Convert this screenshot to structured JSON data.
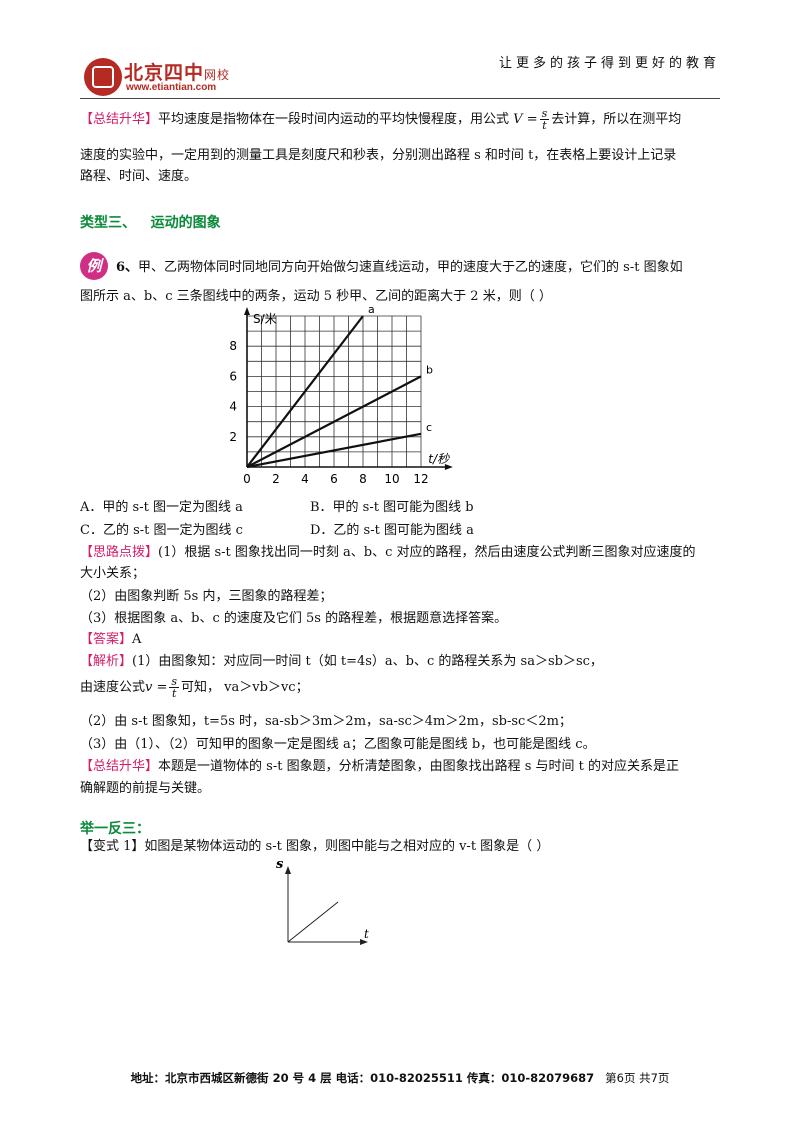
{
  "header": {
    "logo_brand": "北京四中",
    "logo_sub": "网校",
    "logo_url": "www.etiantian.com",
    "slogan": "让更多的孩子得到更好的教育"
  },
  "summary1": {
    "tag": "【总结升华】",
    "text_a": "平均速度是指物体在一段时间内运动的平均快慢程度，用公式",
    "formula_lhs": "V =",
    "formula_num": "s",
    "formula_den": "t",
    "text_b": "去计算，所以在测平均",
    "line2": "速度的实验中，一定用到的测量工具是刻度尺和秒表，分别测出路程 s 和时间 t，在表格上要设计上记录",
    "line3": "路程、时间、速度。"
  },
  "section_title": "类型三、   运动的图象",
  "example": {
    "badge": "例",
    "number": "6、",
    "line1": "甲、乙两物体同时同地同方向开始做匀速直线运动，甲的速度大于乙的速度，它们的 s-t 图象如",
    "line2": "图所示 a、b、c 三条图线中的两条，运动 5 秒甲、乙间的距离大于 2 米，则（     ）"
  },
  "chart_data": {
    "type": "line",
    "ylabel": "S/米",
    "xlabel": "t/秒",
    "x_ticks": [
      "0",
      "2",
      "4",
      "6",
      "8",
      "10",
      "12"
    ],
    "y_ticks": [
      "2",
      "4",
      "6",
      "8"
    ],
    "xlim": [
      0,
      12
    ],
    "ylim": [
      0,
      10
    ],
    "grid": true,
    "series": [
      {
        "name": "a",
        "points": [
          [
            0,
            0
          ],
          [
            8,
            10
          ]
        ]
      },
      {
        "name": "b",
        "points": [
          [
            0,
            0
          ],
          [
            12,
            6
          ]
        ]
      },
      {
        "name": "c",
        "points": [
          [
            0,
            0
          ],
          [
            12,
            2.2
          ]
        ]
      }
    ]
  },
  "options": {
    "A": "A．甲的 s-t 图一定为图线 a",
    "B": "B．甲的 s-t 图可能为图线 b",
    "C": "C．乙的 s-t 图一定为图线 c",
    "D": "D．乙的 s-t 图可能为图线 a"
  },
  "hint": {
    "tag": "【思路点拨】",
    "l1": "(1）根据 s-t 图象找出同一时刻 a、b、c 对应的路程，然后由速度公式判断三图象对应速度的",
    "l2": "大小关系；",
    "l3": "（2）由图象判断 5s 内，三图象的路程差；",
    "l4": "（3）根据图象 a、b、c 的速度及它们 5s 的路程差，根据题意选择答案。"
  },
  "answer": {
    "tag": "【答案】",
    "value": "A"
  },
  "analysis": {
    "tag": "【解析】",
    "l1": "(1）由图象知：对应同一时间 t（如 t=4s）a、b、c 的路程关系为 s",
    "l1_rest": "a＞sb＞sc，",
    "l2a": "由速度公式",
    "l2_v": "v =",
    "l2_num": "s",
    "l2_den": "t",
    "l2b": "可知，  va＞vb＞vc；",
    "l3": "（2）由 s-t 图象知，t=5s 时，sa-sb＞3m＞2m，sa-sc＞4m＞2m，sb-sc＜2m；",
    "l4": "（3）由（1）、（2）可知甲的图象一定是图线 a；乙图象可能是图线 b，也可能是图线 c。"
  },
  "summary2": {
    "tag": "【总结升华】",
    "l1": "本题是一道物体的 s-t 图象题，分析清楚图象，由图象找出路程 s 与时间 t 的对应关系是正",
    "l2": "确解题的前提与关键。"
  },
  "practice": {
    "title": "举一反三：",
    "variant": "【变式 1】如图是某物体运动的 s-t 图象，则图中能与之相对应的 v-t 图象是（     ）",
    "axis_s": "s",
    "axis_t": "t"
  },
  "footer": {
    "text": "地址：北京市西城区新德街 20 号 4 层  电话：010-82025511  传真：010-82079687",
    "page": "第6页  共7页"
  }
}
